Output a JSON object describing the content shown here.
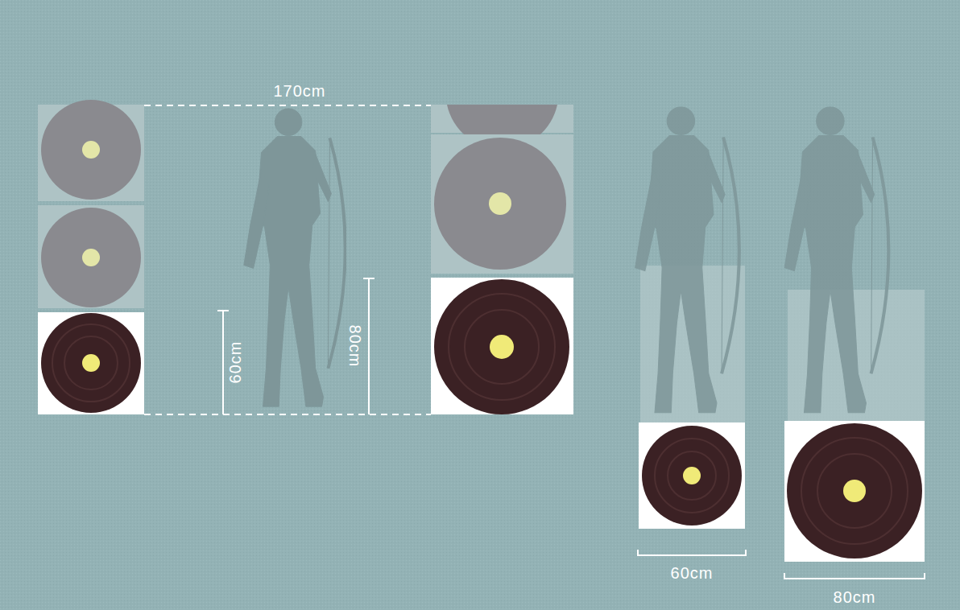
{
  "diagram": {
    "labels": [
      "170cm",
      "60cm",
      "80cm",
      "60cm",
      "80cm"
    ]
  }
}
